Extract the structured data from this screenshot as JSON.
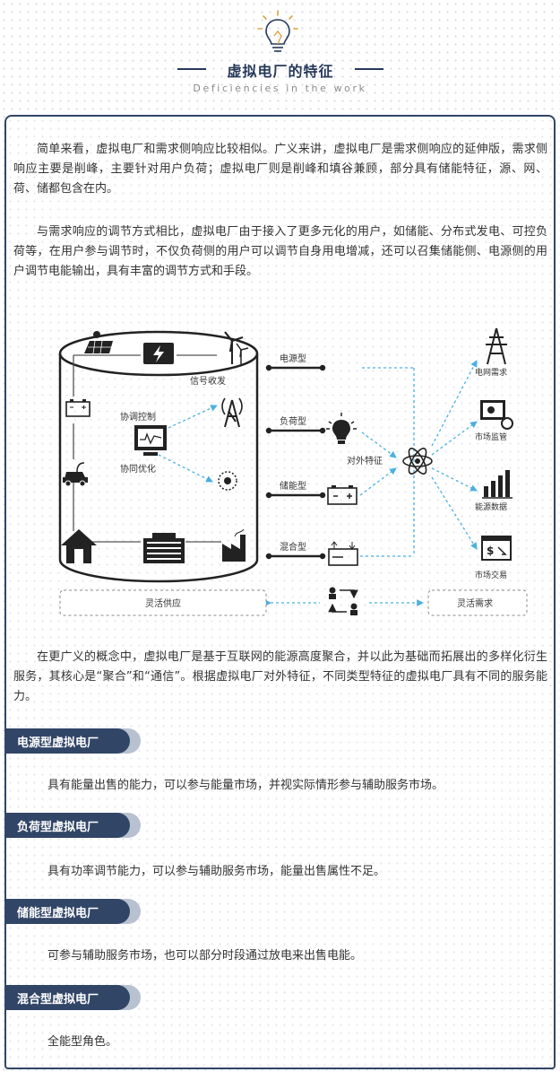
{
  "header": {
    "title": "虚拟电厂的特征",
    "subtitle": "Deficiencies in the work"
  },
  "intro": {
    "p1": "简单来看，虚拟电厂和需求侧响应比较相似。广义来讲，虚拟电厂是需求侧响应的延伸版，需求侧响应主要是削峰，主要针对用户负荷；虚拟电厂则是削峰和填谷兼顾，部分具有储能特征，源、网、荷、储都包含在内。",
    "p2": "与需求响应的调节方式相比，虚拟电厂由于接入了更多元化的用户，如储能、分布式发电、可控负荷等，在用户参与调节时，不仅负荷侧的用户可以调节自身用电增减，还可以召集储能侧、电源侧的用户调节电能输出，具有丰富的调节方式和手段。",
    "p3": "在更广义的概念中，虚拟电厂是基于互联网的能源高度聚合，并以此为基础而拓展出的多样化衍生服务，其核心是“聚合”和“通信”。根据虚拟电厂对外特征，不同类型特征的虚拟电厂具有不同的服务能力。"
  },
  "diagram": {
    "signal": "信号收发",
    "coord_control": "协调控制",
    "coord_opt": "协同优化",
    "types": [
      "电源型",
      "负荷型",
      "储能型",
      "混合型"
    ],
    "external": "对外特征",
    "outputs": [
      "电网需求",
      "市场监管",
      "能源数据",
      "市场交易"
    ],
    "supply": "灵活供应",
    "demand": "灵活需求"
  },
  "sections": [
    {
      "title": "电源型虚拟电厂",
      "text": "具有能量出售的能力，可以参与能量市场，并视实际情形参与辅助服务市场。"
    },
    {
      "title": "负荷型虚拟电厂",
      "text": "具有功率调节能力，可以参与辅助服务市场，能量出售属性不足。"
    },
    {
      "title": "储能型虚拟电厂",
      "text": "可参与辅助服务市场，也可以部分时段通过放电来出售电能。"
    },
    {
      "title": "混合型虚拟电厂",
      "text": "全能型角色。"
    }
  ],
  "colors": {
    "navy": "#314566",
    "accent": "#27395a",
    "dashed": "#4ab0e0"
  }
}
